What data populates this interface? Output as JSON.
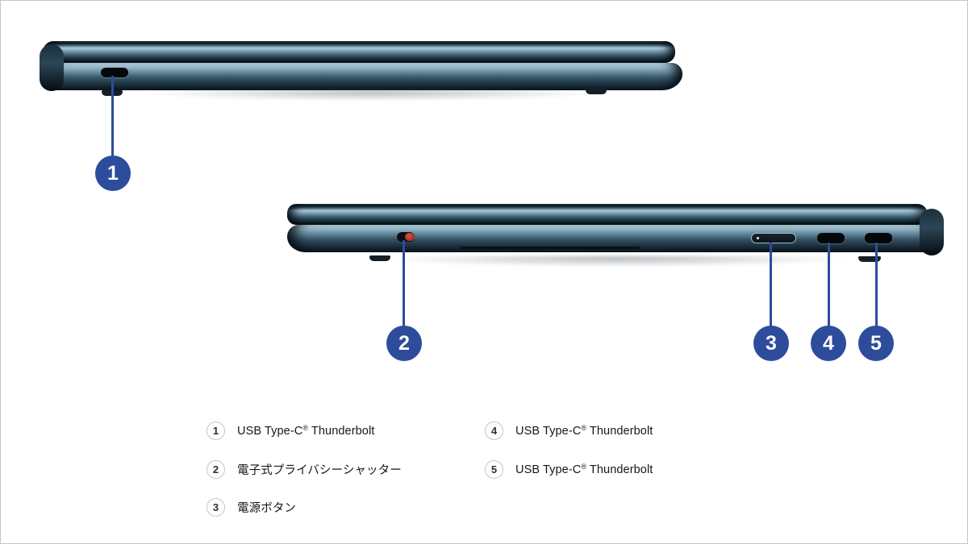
{
  "page": {
    "background": "#ffffff",
    "border_color": "#c4c4c4"
  },
  "colors": {
    "accent_blue": "#2d4c9c",
    "legend_circle_border": "#c3c7cb",
    "legend_text": "#17171b",
    "shutter_red": "#b5352b",
    "laptop_highlight": "#bcd8e4",
    "laptop_dark": "#0a141c"
  },
  "callouts": [
    {
      "number": "1"
    },
    {
      "number": "2"
    },
    {
      "number": "3"
    },
    {
      "number": "4"
    },
    {
      "number": "5"
    }
  ],
  "legend": {
    "left": [
      {
        "number": "1",
        "pre": "USB Type-C",
        "sup": "®",
        "post": " Thunderbolt"
      },
      {
        "number": "2",
        "pre": "電子式プライバシーシャッター",
        "sup": "",
        "post": ""
      },
      {
        "number": "3",
        "pre": "電源ボタン",
        "sup": "",
        "post": ""
      }
    ],
    "right": [
      {
        "number": "4",
        "pre": "USB Type-C",
        "sup": "®",
        "post": " Thunderbolt"
      },
      {
        "number": "5",
        "pre": "USB Type-C",
        "sup": "®",
        "post": " Thunderbolt"
      }
    ]
  }
}
